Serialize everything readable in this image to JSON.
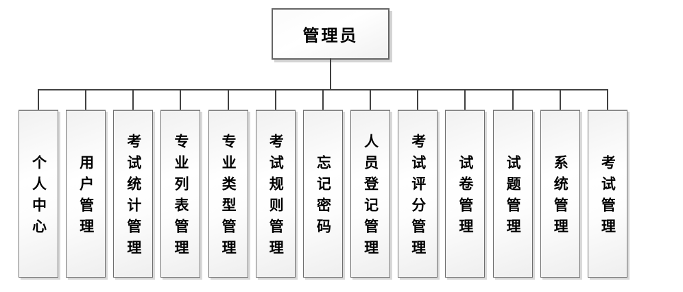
{
  "diagram": {
    "type": "org-hierarchy",
    "root": {
      "label": "管理员"
    },
    "children": [
      {
        "label": "个人中心"
      },
      {
        "label": "用户管理"
      },
      {
        "label": "考试统计管理"
      },
      {
        "label": "专业列表管理"
      },
      {
        "label": "专业类型管理"
      },
      {
        "label": "考试规则管理"
      },
      {
        "label": "忘记密码"
      },
      {
        "label": "人员登记管理"
      },
      {
        "label": "考试评分管理"
      },
      {
        "label": "试卷管理"
      },
      {
        "label": "试题管理"
      },
      {
        "label": "系统管理"
      },
      {
        "label": "考试管理"
      }
    ],
    "colors": {
      "line": "#404040",
      "box_border": "#6e6e6e",
      "box_fill_top": "#f1f1f1",
      "box_fill_mid": "#ffffff",
      "box_fill_bottom": "#e9e9e9",
      "shadow": "#aaaaaa",
      "text": "#000000",
      "background": "#ffffff"
    }
  }
}
